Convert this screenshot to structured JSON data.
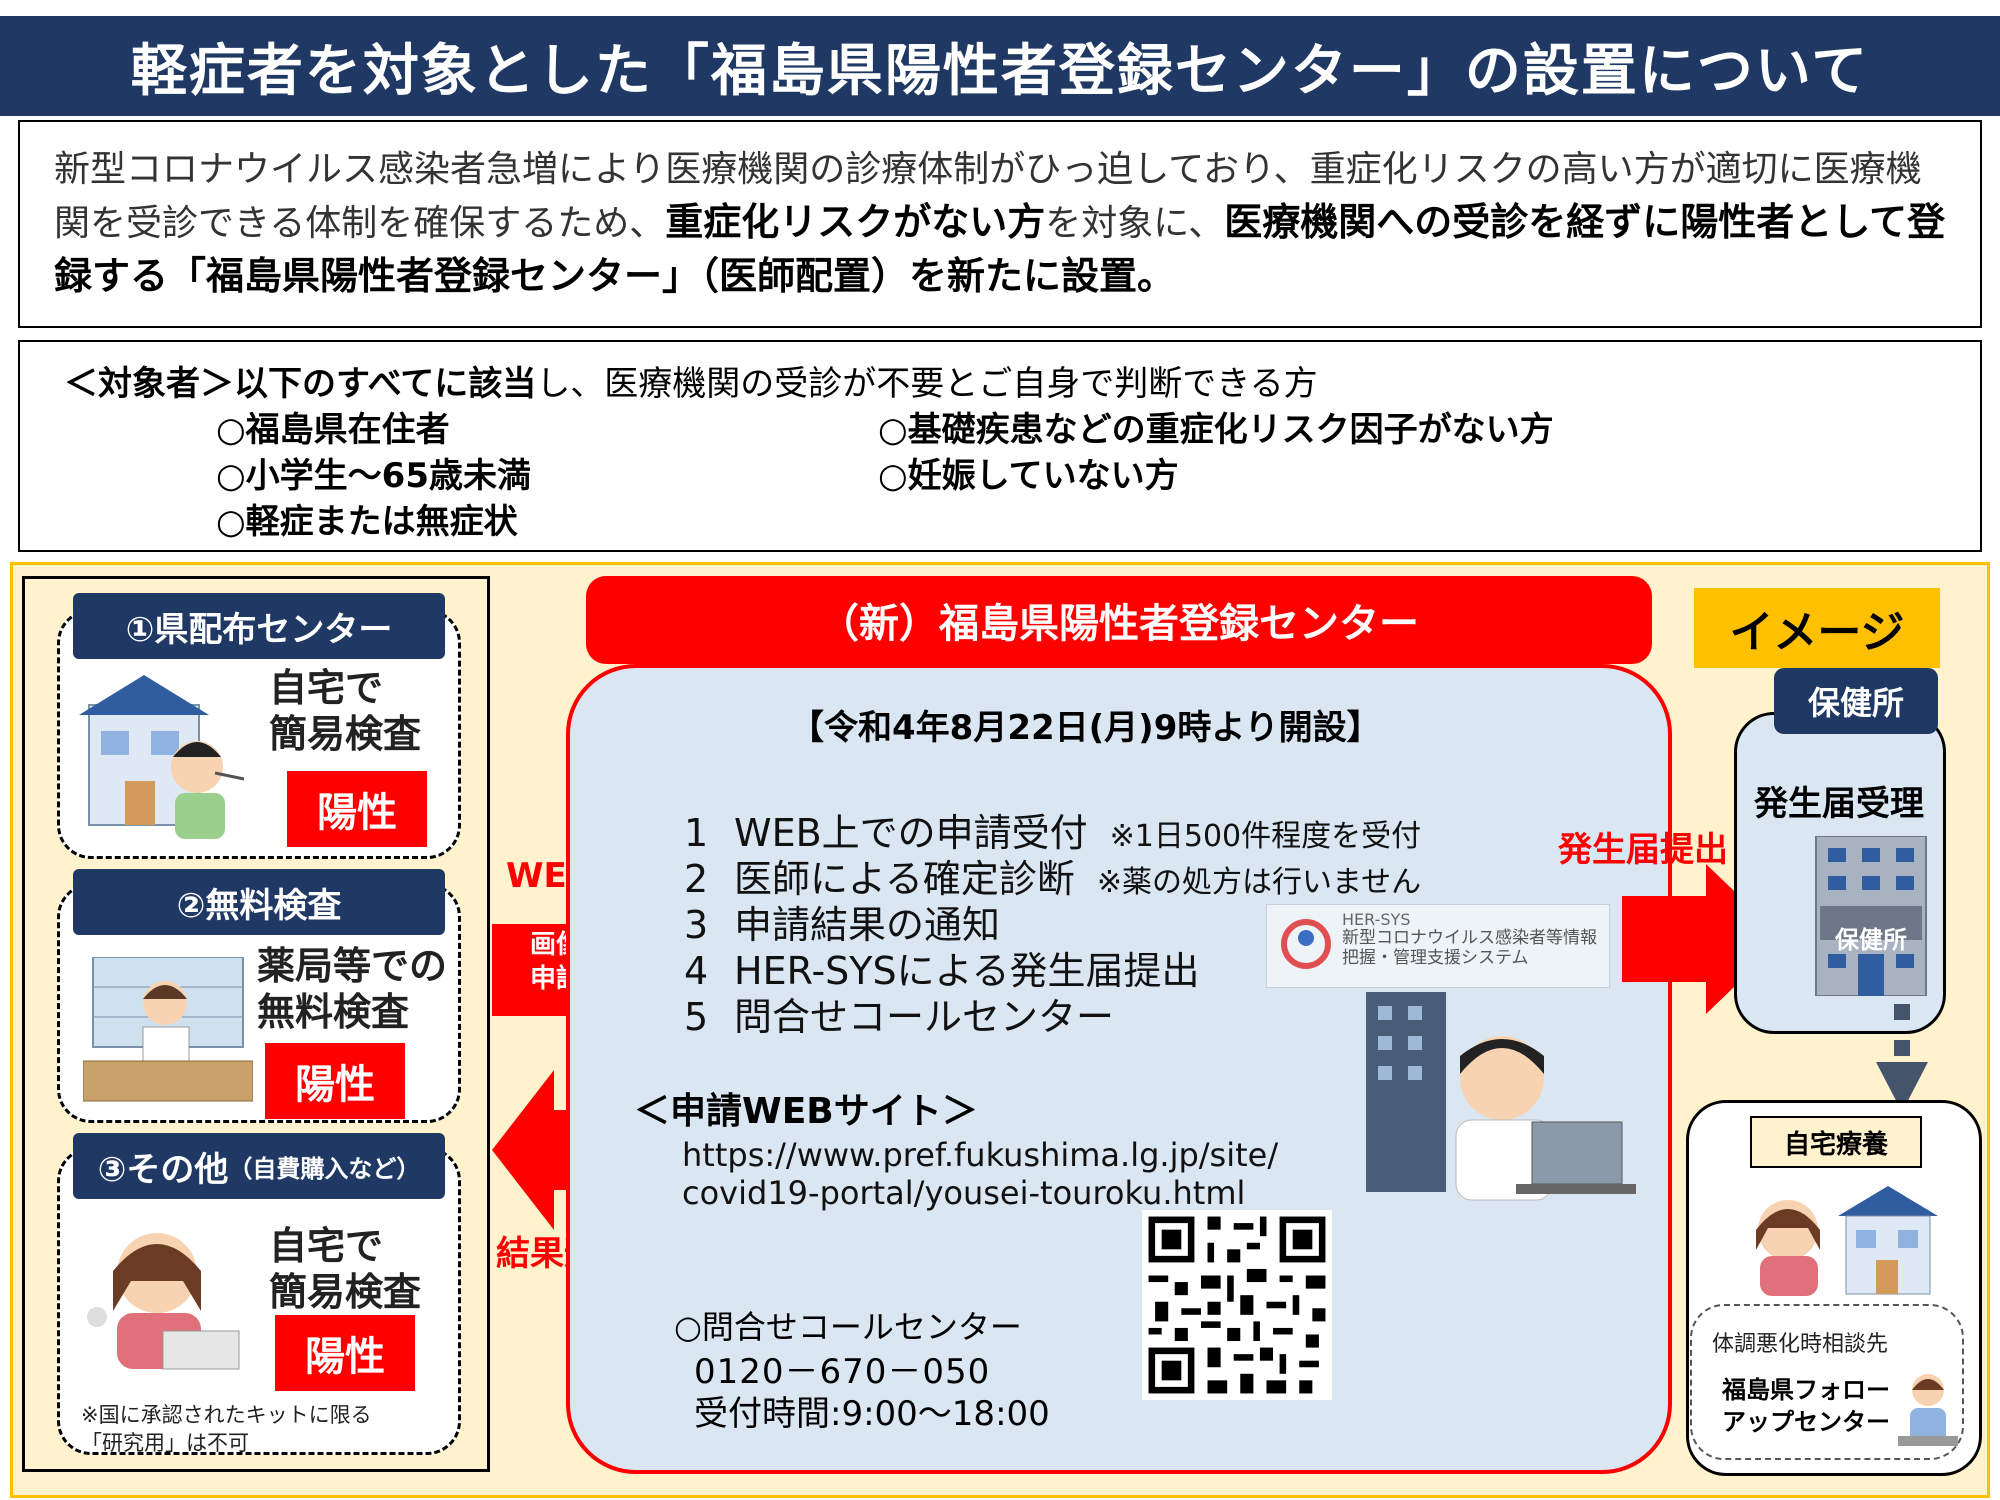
{
  "title": "軽症者を対象とした「福島県陽性者登録センター」の設置について",
  "intro": {
    "part1": "新型コロナウイルス感染者急増により医療機関の診療体制がひっ迫しており、重症化リスクの高い方が適切に医療機関を受診できる体制を確保するため、",
    "bold1": "重症化リスクがない方",
    "part2": "を対象に、",
    "bold2": "医療機関への受診を経ずに陽性者として登録する「福島県陽性者登録センター」（医師配置）を新たに設置。"
  },
  "target": {
    "heading": "＜対象者＞以下のすべてに該当",
    "heading_rest": "し、医療機関の受診が不要とご自身で判断できる方",
    "conditions": [
      "○福島県在住者",
      "○小学生～65歳未満",
      "○軽症または無症状",
      "○基礎疾患などの重症化リスク因子がない方",
      "○妊娠していない方"
    ]
  },
  "sources": [
    {
      "label": "①県配布センター",
      "text": "自宅で\n簡易検査",
      "result": "陽性"
    },
    {
      "label": "②無料検査",
      "text": "薬局等での\n無料検査",
      "result": "陽性"
    },
    {
      "label": "③その他",
      "label_small": "（自費購入など）",
      "text": "自宅で\n簡易検査",
      "result": "陽性",
      "note": "※国に承認されたキットに限る\n「研究用」は不可"
    }
  ],
  "arrows": {
    "web_apply": "WEB申請",
    "image_apply_line1": "画像",
    "image_apply_line2": "申請",
    "result_notice": "結果通知",
    "report_submit": "発生届提出"
  },
  "center": {
    "header": "（新）福島県陽性者登録センター",
    "open_date": "【令和4年8月22日(月)9時より開設】",
    "steps": [
      {
        "num": "1",
        "text": "WEB上での申請受付",
        "note": "※1日500件程度を受付"
      },
      {
        "num": "2",
        "text": "医師による確定診断",
        "note": "※薬の処方は行いません"
      },
      {
        "num": "3",
        "text": "申請結果の通知",
        "note": ""
      },
      {
        "num": "4",
        "text": "HER-SYSによる発生届提出",
        "note": ""
      },
      {
        "num": "5",
        "text": "問合せコールセンター",
        "note": ""
      }
    ],
    "site_heading": "＜申請WEBサイト＞",
    "site_url": "https://www.pref.fukushima.lg.jp/site/covid19-portal/yousei-touroku.html",
    "call_heading": "○問合せコールセンター",
    "call_number": "0120－670－050",
    "call_hours": "受付時間:9:00～18:00",
    "hersys_title": "HER-SYS",
    "hersys_sub": "新型コロナウイルス感染者等情報把握・管理支援システム"
  },
  "right": {
    "image_label": "イメージ",
    "hokenjo_label": "保健所",
    "receive": "発生届受理",
    "building_sign": "保健所",
    "home_label": "自宅療養",
    "consult_caption": "体調悪化時相談先",
    "followup": "福島県フォロー\nアップセンター"
  },
  "colors": {
    "navy": "#1f3864",
    "red": "#ff0000",
    "panel_yellow": "#fff2cc",
    "accent_gold": "#ffc000",
    "center_blue": "#dbe6f3"
  }
}
